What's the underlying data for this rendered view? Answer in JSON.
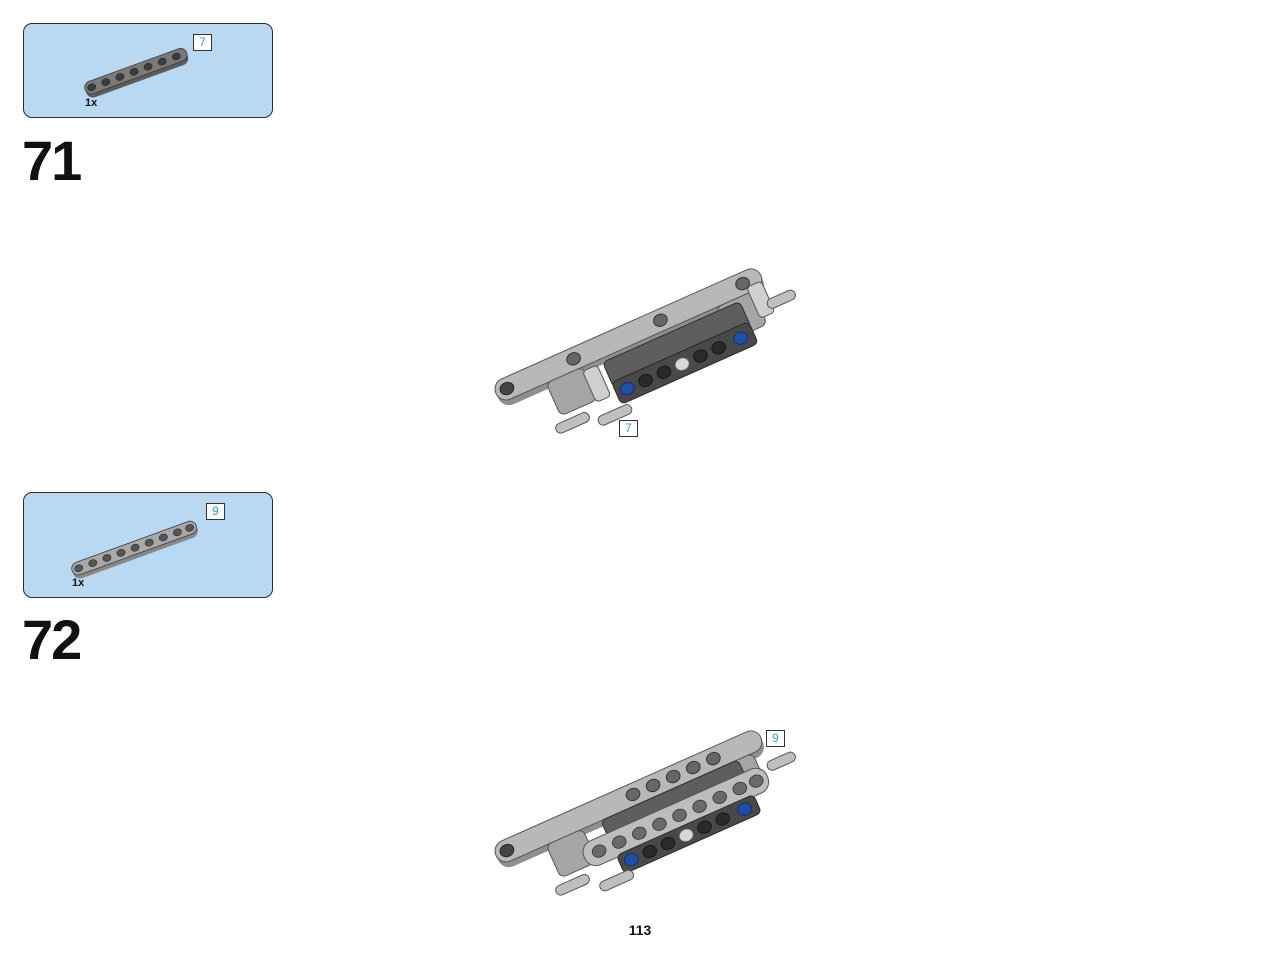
{
  "steps": [
    {
      "number": "71",
      "part": {
        "quantity": "1x",
        "length_label": "7",
        "color": "#6f6f6f"
      },
      "callout_label": "7"
    },
    {
      "number": "72",
      "part": {
        "quantity": "1x",
        "length_label": "9",
        "color": "#9c9c9c"
      },
      "callout_label": "9"
    }
  ],
  "page": {
    "number": "113"
  },
  "colors": {
    "parts_box_bg": "#b9d8f2",
    "light_gray": "#a9a9a9",
    "dark_gray": "#6f6f6f",
    "blue_pin": "#1f4fa8",
    "label_blue": "#2a9fd6"
  }
}
